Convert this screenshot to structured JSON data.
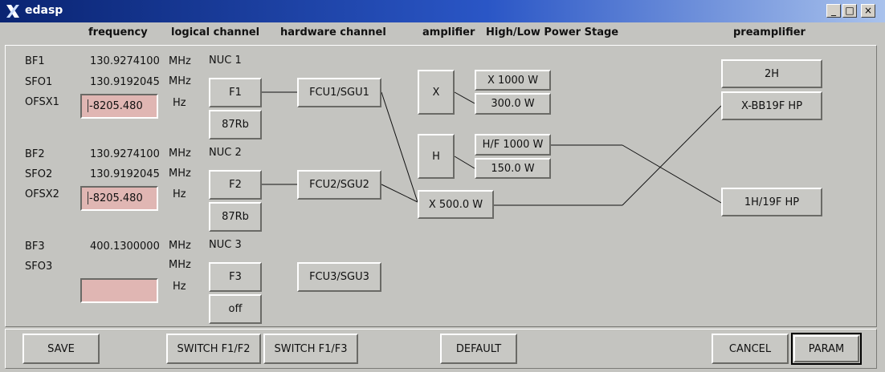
{
  "window": {
    "title": "edasp",
    "controls": [
      "_",
      "□",
      "×"
    ]
  },
  "headers": {
    "frequency": "frequency",
    "logical_channel": "logical channel",
    "hardware_channel": "hardware channel",
    "amplifier": "amplifier",
    "power_stage": "High/Low Power Stage",
    "preamplifier": "preamplifier"
  },
  "channels": [
    {
      "bf_label": "BF1",
      "bf_value": "130.9274100",
      "bf_unit": "MHz",
      "nuc": "NUC 1",
      "sfo_label": "SFO1",
      "sfo_value": "130.9192045",
      "sfo_unit": "MHz",
      "ofs_label": "OFSX1",
      "ofs_value": "-8205.480",
      "ofs_unit": "Hz",
      "logical": "F1",
      "nucleus_button": "87Rb",
      "hardware": "FCU1/SGU1"
    },
    {
      "bf_label": "BF2",
      "bf_value": "130.9274100",
      "bf_unit": "MHz",
      "nuc": "NUC 2",
      "sfo_label": "SFO2",
      "sfo_value": "130.9192045",
      "sfo_unit": "MHz",
      "ofs_label": "OFSX2",
      "ofs_value": "-8205.480",
      "ofs_unit": "Hz",
      "logical": "F2",
      "nucleus_button": "87Rb",
      "hardware": "FCU2/SGU2"
    },
    {
      "bf_label": "BF3",
      "bf_value": "400.1300000",
      "bf_unit": "MHz",
      "nuc": "NUC 3",
      "sfo_label": "SFO3",
      "sfo_value": "",
      "sfo_unit": "MHz",
      "ofs_label": "",
      "ofs_value": "",
      "ofs_unit": "Hz",
      "logical": "F3",
      "nucleus_button": "off",
      "hardware": "FCU3/SGU3"
    }
  ],
  "amplifiers": {
    "x": "X",
    "h": "H",
    "x500": "X  500.0 W"
  },
  "power_stages": {
    "x1000": "X 1000 W",
    "x300": "300.0 W",
    "hf1000": "H/F 1000 W",
    "h150": "150.0 W"
  },
  "preamplifiers": {
    "p2h": "2H",
    "xbb": "X-BB19F HP",
    "h19f": "1H/19F HP"
  },
  "bottom": {
    "save": "SAVE",
    "switch_f1f2": "SWITCH   F1/F2",
    "switch_f1f3": "SWITCH   F1/F3",
    "default": "DEFAULT",
    "cancel": "CANCEL",
    "param": "PARAM"
  },
  "colors": {
    "background": "#c4c4c0",
    "input_fill": "#e0b6b3",
    "titlebar": "#2a56c6"
  },
  "icons": {
    "app": "x-logo-icon"
  }
}
